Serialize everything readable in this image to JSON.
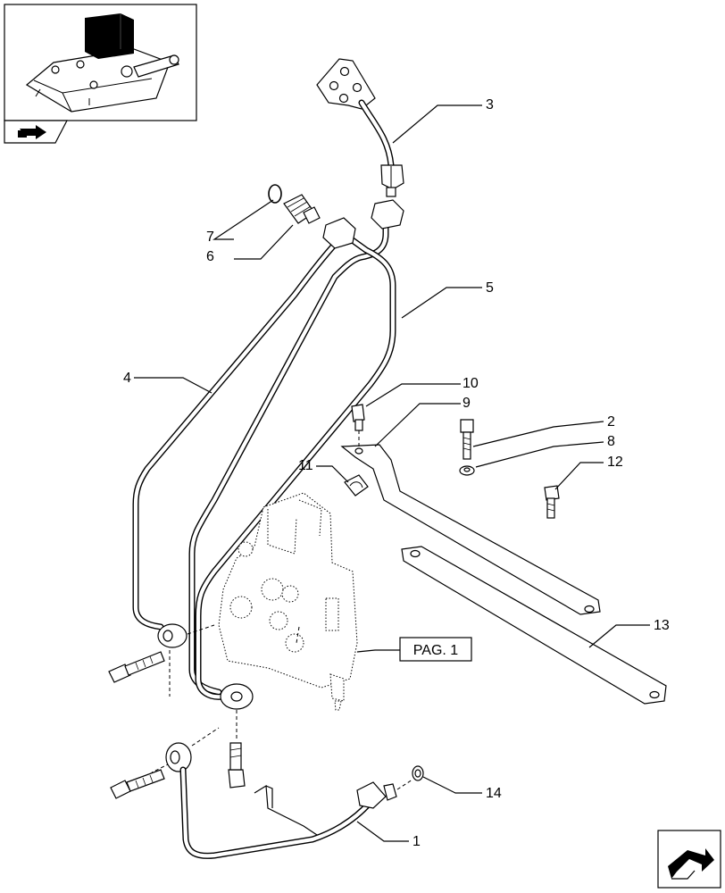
{
  "callouts": {
    "c1": "1",
    "c2": "2",
    "c3": "3",
    "c4": "4",
    "c5": "5",
    "c6": "6",
    "c7": "7",
    "c8": "8",
    "c9": "9",
    "c10": "10",
    "c11": "11",
    "c12": "12",
    "c13": "13",
    "c14": "14"
  },
  "page_reference": "PAG. 1",
  "icons": {
    "thumbnail": "assembly-thumbnail-icon",
    "nav_back": "back-arrow-icon",
    "nav_next": "next-page-arrow-icon"
  }
}
